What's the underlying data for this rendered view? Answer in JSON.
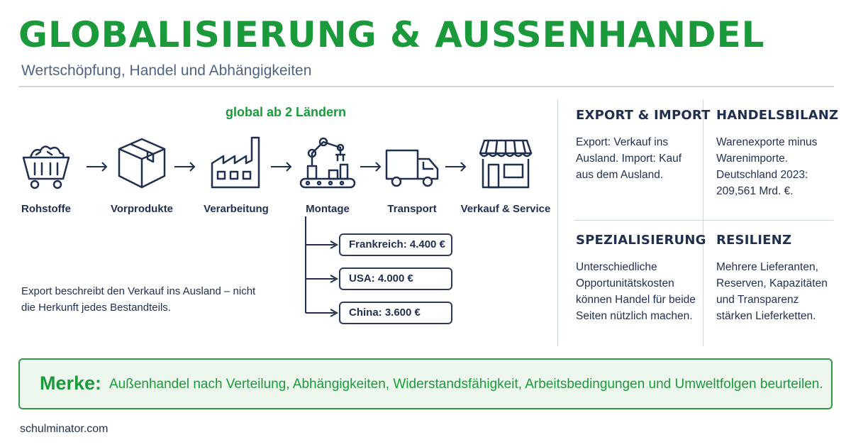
{
  "header": {
    "title": "GLOBALISIERUNG & AUSSENHANDEL",
    "subtitle": "Wertschöpfung, Handel und Abhängigkeiten"
  },
  "chain": {
    "global_label": "global ab 2 Ländern",
    "steps": [
      {
        "label": "Rohstoffe",
        "icon": "mine-cart-icon"
      },
      {
        "label": "Vorprodukte",
        "icon": "box-icon"
      },
      {
        "label": "Verarbeitung",
        "icon": "factory-icon"
      },
      {
        "label": "Montage",
        "icon": "robot-arm-icon"
      },
      {
        "label": "Transport",
        "icon": "truck-icon"
      },
      {
        "label": "Verkauf & Service",
        "icon": "store-icon"
      }
    ],
    "origins": [
      "Frankreich: 4.400 €",
      "USA: 4.000 €",
      "China: 3.600 €"
    ],
    "note": "Export beschreibt den Verkauf ins Ausland – nicht die Herkunft jedes Bestandteils."
  },
  "info": [
    {
      "heading": "EXPORT & IMPORT",
      "text": "Export: Verkauf ins Ausland. Import: Kauf aus dem Ausland."
    },
    {
      "heading": "HANDELSBILANZ",
      "text": "Warenexporte minus Warenimporte. Deutschland 2023: 209,561 Mrd. €."
    },
    {
      "heading": "SPEZIALISIERUNG",
      "text": "Unterschiedliche Opportunitätskosten können Handel für beide Seiten nützlich machen."
    },
    {
      "heading": "RESILIENZ",
      "text": "Mehrere Lieferanten, Reserven, Kapazitäten und Transparenz stärken Lieferketten."
    }
  ],
  "merke": {
    "label": "Merke:",
    "text": "Außenhandel nach Verteilung, Abhängigkeiten, Widerstandsfähigkeit, Arbeitsbedingungen und Umweltfolgen beurteilen."
  },
  "footer": "schulminator.com",
  "colors": {
    "accent": "#1a9a3a",
    "text": "#1e2f4f",
    "box_bg": "#eef7ee"
  }
}
